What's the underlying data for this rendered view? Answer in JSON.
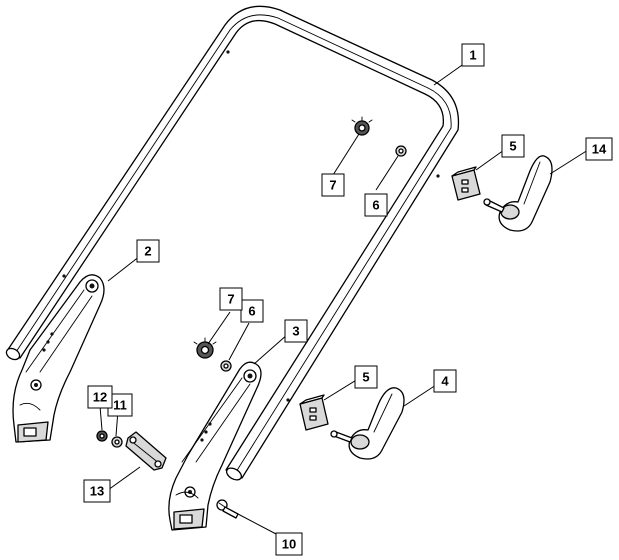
{
  "diagram": {
    "callouts": [
      {
        "id": "c1",
        "label": "1"
      },
      {
        "id": "c2",
        "label": "2"
      },
      {
        "id": "c3",
        "label": "3"
      },
      {
        "id": "c4",
        "label": "4"
      },
      {
        "id": "c5a",
        "label": "5"
      },
      {
        "id": "c5b",
        "label": "5"
      },
      {
        "id": "c6a",
        "label": "6"
      },
      {
        "id": "c6b",
        "label": "6"
      },
      {
        "id": "c7a",
        "label": "7"
      },
      {
        "id": "c7b",
        "label": "7"
      },
      {
        "id": "c10",
        "label": "10"
      },
      {
        "id": "c11",
        "label": "11"
      },
      {
        "id": "c12",
        "label": "12"
      },
      {
        "id": "c13",
        "label": "13"
      },
      {
        "id": "c14",
        "label": "14"
      }
    ]
  }
}
